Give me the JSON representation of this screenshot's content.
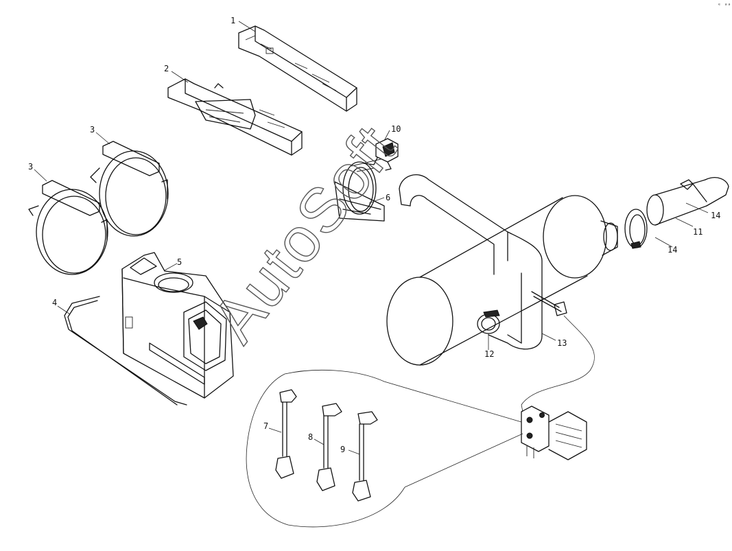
{
  "watermark": "AutoSoft",
  "corner_mark": "ᵉ ᵃᵃ",
  "callouts": [
    "1",
    "2",
    "3",
    "3",
    "4",
    "5",
    "6",
    "7",
    "8",
    "9",
    "10",
    "11",
    "12",
    "13",
    "14",
    "14"
  ],
  "colors": {
    "line": "#111111",
    "background": "#ffffff"
  }
}
